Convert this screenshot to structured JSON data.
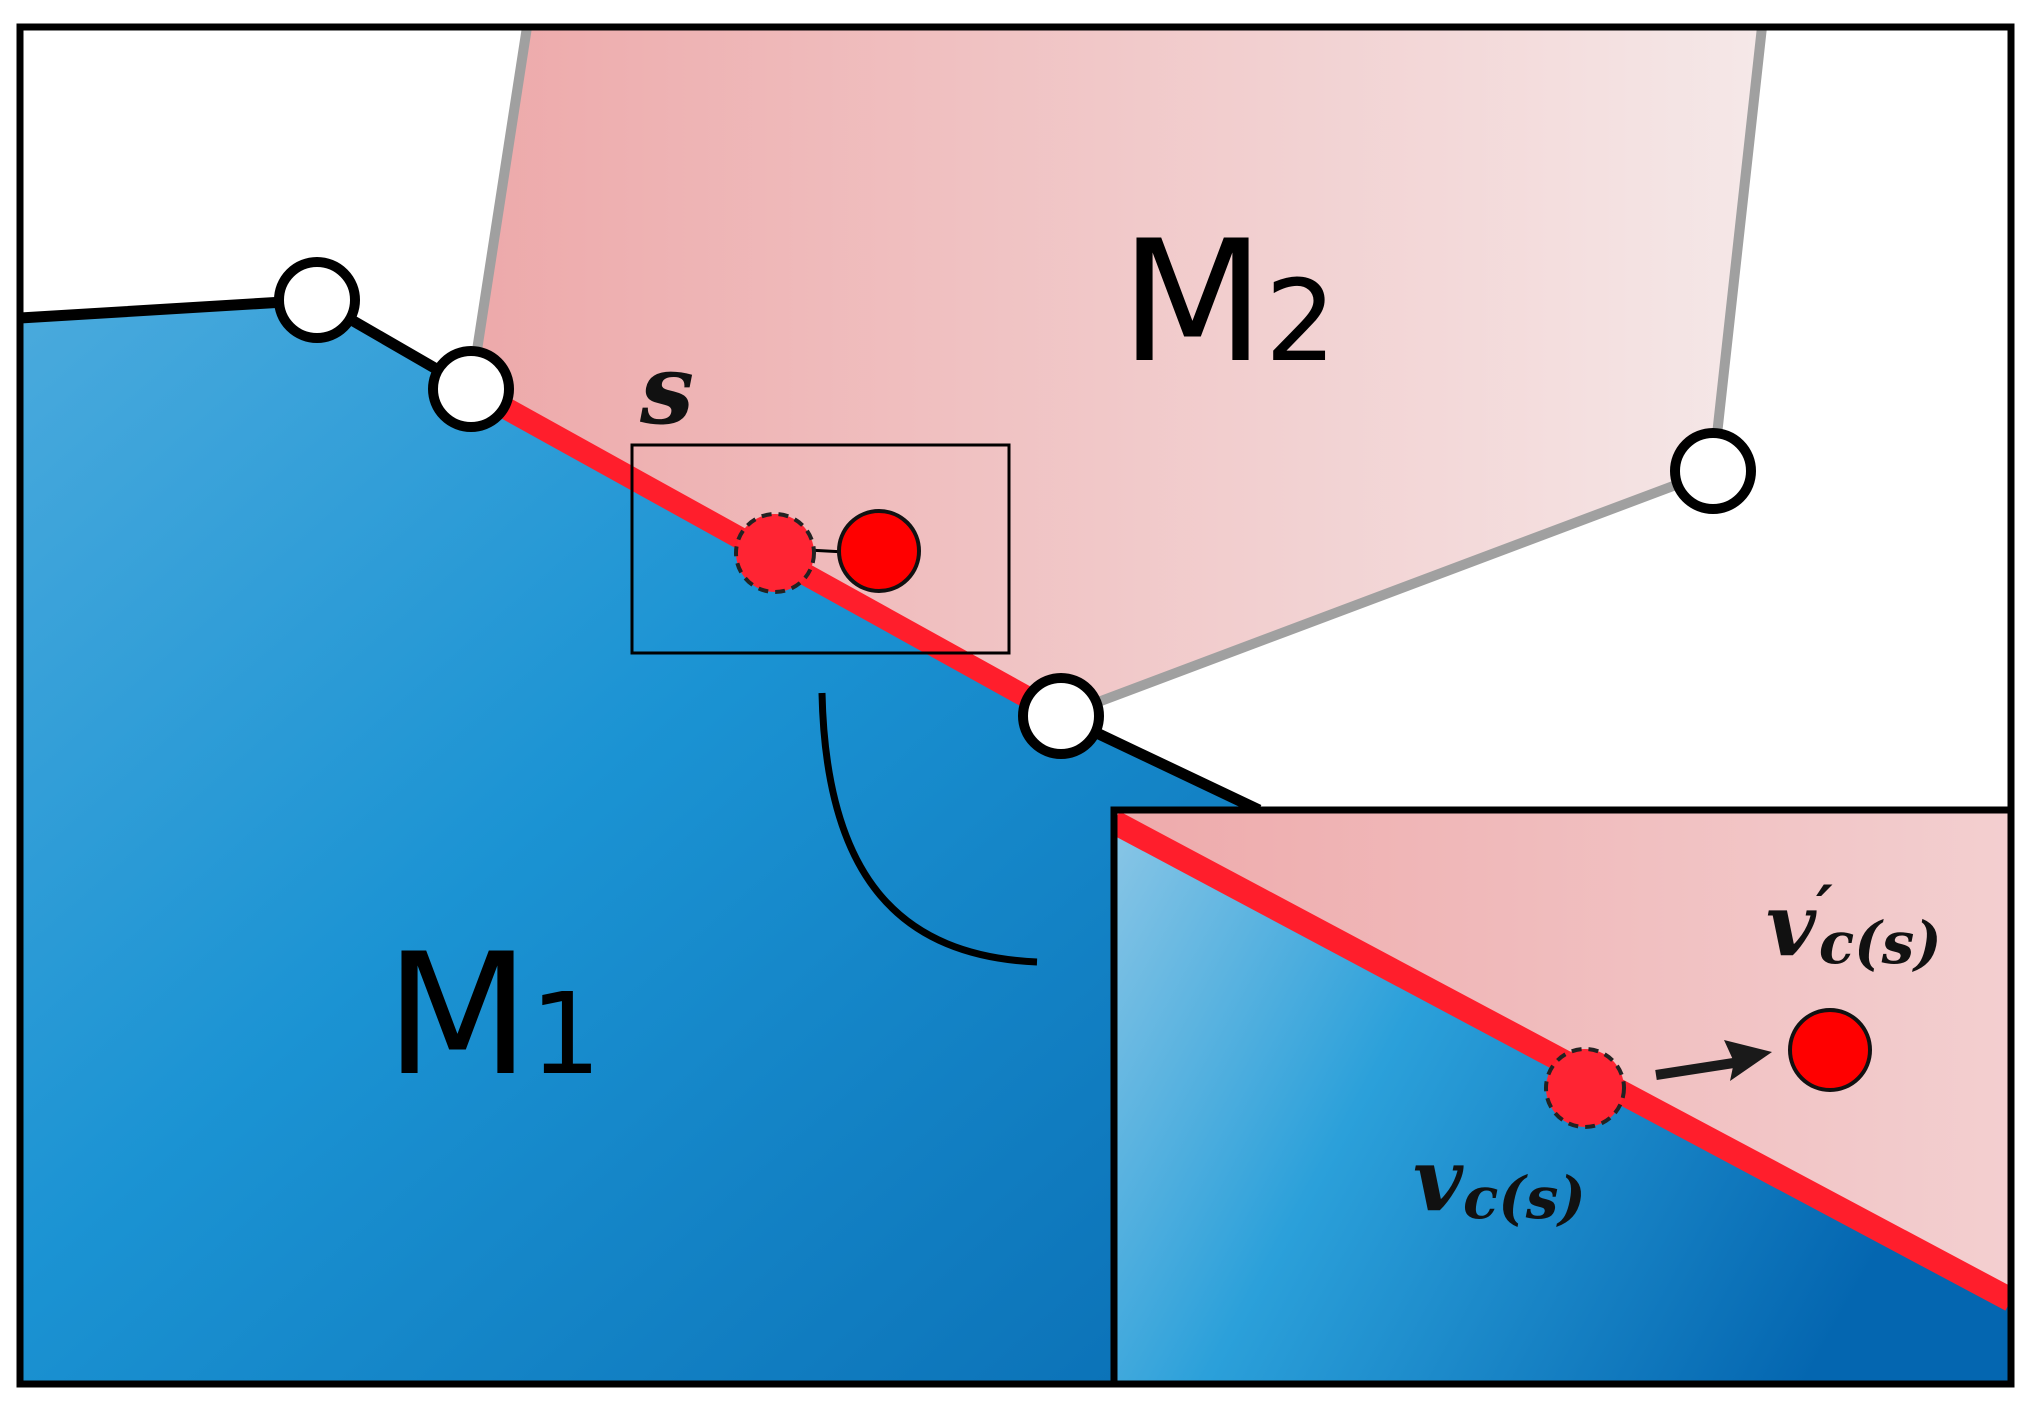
{
  "labels": {
    "region_1": "M",
    "region_1_sub": "1",
    "region_2": "M",
    "region_2_sub": "2",
    "segment": "s",
    "vertex_original": "v",
    "vertex_original_sub": "c(s)",
    "vertex_moved": "v",
    "vertex_moved_prime": "′",
    "vertex_moved_sub": "c(s)"
  },
  "colors": {
    "region_1_gradient": [
      "#4aaadd",
      "#0a6fb5"
    ],
    "region_2_gradient": [
      "#eda9aa",
      "#f4e6e6"
    ],
    "shared_edge": "#ff1e2c",
    "vertex_fill": "#ffffff",
    "moved_vertex_fill": "#ff0000",
    "region_2_outline": "#a0a0a0",
    "outline": "#000000"
  }
}
